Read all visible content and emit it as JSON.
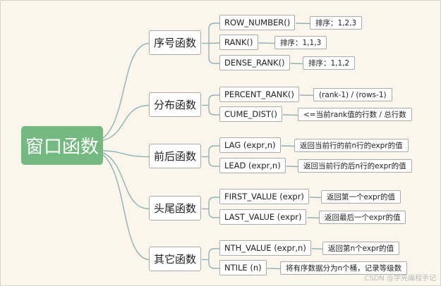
{
  "root": "窗口函数",
  "categories": [
    {
      "label": "序号函数",
      "functions": [
        {
          "name": "ROW_NUMBER()",
          "desc": "排序：1,2,3"
        },
        {
          "name": "RANK()",
          "desc": "排序：1,1,3"
        },
        {
          "name": "DENSE_RANK()",
          "desc": "排序：1,1,2"
        }
      ]
    },
    {
      "label": "分布函数",
      "functions": [
        {
          "name": "PERCENT_RANK()",
          "desc": "(rank-1) / (rows-1)"
        },
        {
          "name": "CUME_DIST()",
          "desc": "<=当前rank值的行数 / 总行数"
        }
      ]
    },
    {
      "label": "前后函数",
      "functions": [
        {
          "name": "LAG (expr,n)",
          "desc": "返回当前行的前n行的expr的值"
        },
        {
          "name": "LEAD (expr,n)",
          "desc": "返回当前行的后n行的expr的值"
        }
      ]
    },
    {
      "label": "头尾函数",
      "functions": [
        {
          "name": "FIRST_VALUE (expr)",
          "desc": "返回第一个expr的值"
        },
        {
          "name": "LAST_VALUE (expr)",
          "desc": "返回最后一个expr的值"
        }
      ]
    },
    {
      "label": "其它函数",
      "functions": [
        {
          "name": "NTH_VALUE (expr,n)",
          "desc": "返回第n个expr的值"
        },
        {
          "name": "NTILE (n)",
          "desc": "将有序数据分为n个桶，记录等级数"
        }
      ]
    }
  ],
  "watermark": "CSDN @学亮编程手记",
  "colors": {
    "root": "#74b97f",
    "branch": "#8fb3b5",
    "border": "#aaaaaa",
    "background": "#faf6ec"
  }
}
